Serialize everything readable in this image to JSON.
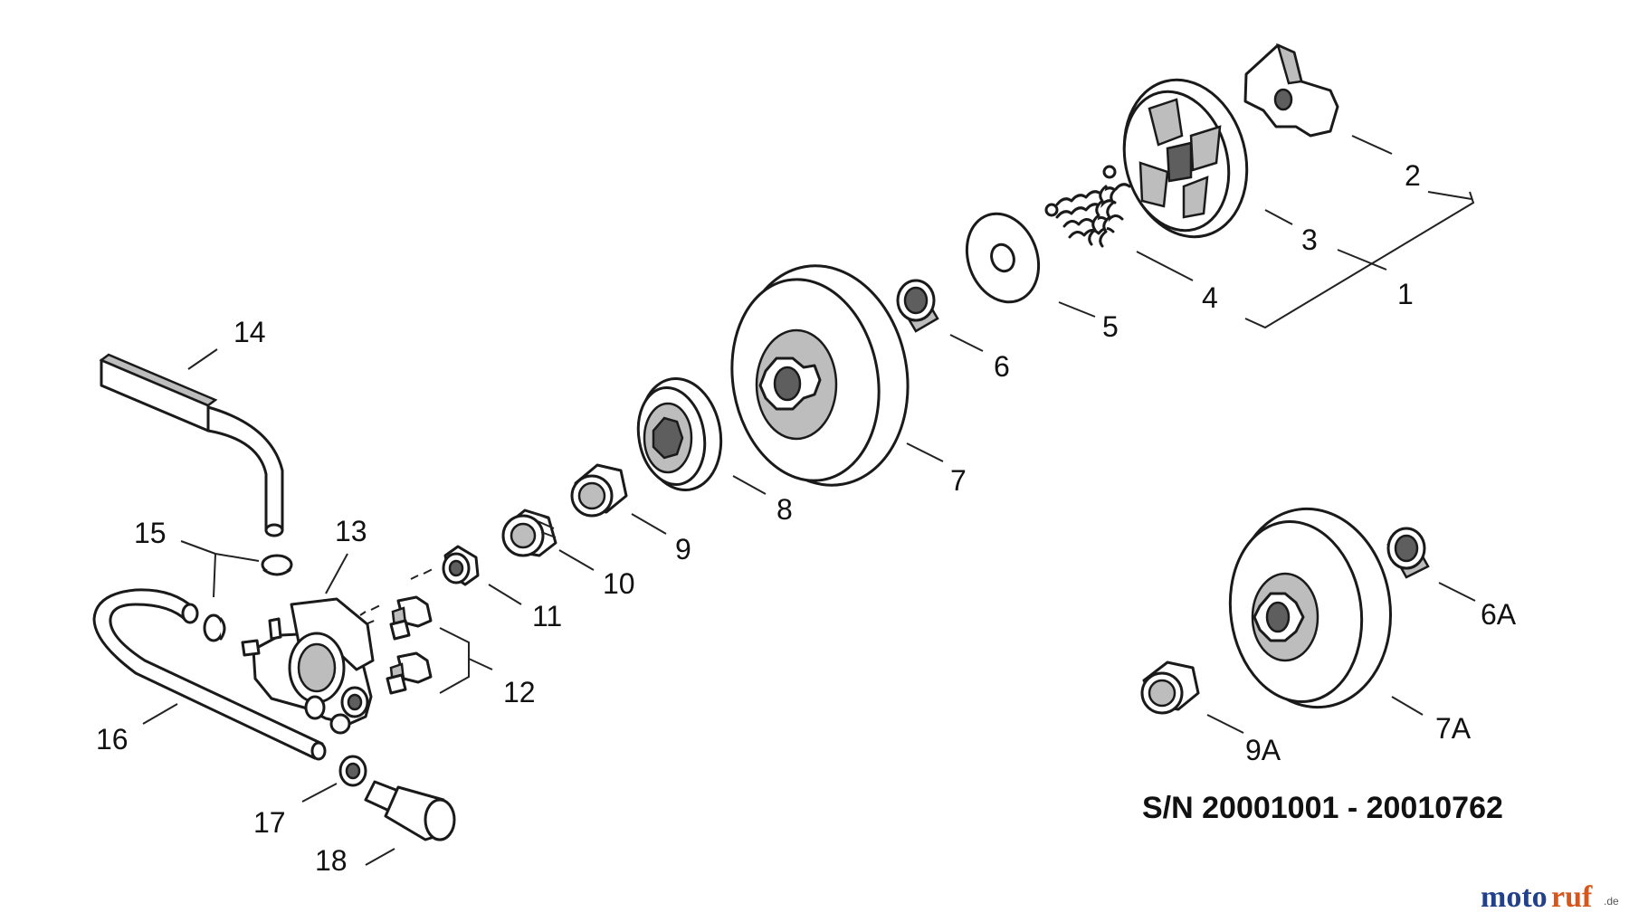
{
  "diagram": {
    "part_labels": {
      "p1": "1",
      "p2": "2",
      "p3": "3",
      "p4": "4",
      "p5": "5",
      "p6": "6",
      "p7": "7",
      "p8": "8",
      "p9": "9",
      "p10": "10",
      "p11": "11",
      "p12": "12",
      "p13": "13",
      "p14": "14",
      "p15": "15",
      "p16": "16",
      "p17": "17",
      "p18": "18",
      "p6a": "6A",
      "p7a": "7A",
      "p9a": "9A"
    },
    "serial_range": "S/N 20001001 - 20010762",
    "watermark": {
      "part1": "moto",
      "part2": "ruf",
      "suffix": ".de"
    }
  }
}
